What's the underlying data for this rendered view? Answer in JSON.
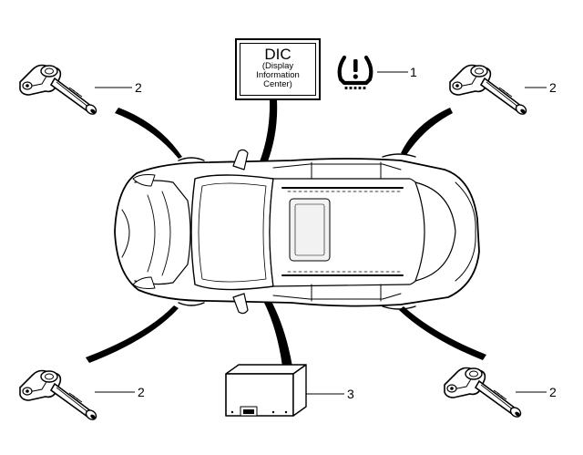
{
  "dic": {
    "title": "DIC",
    "subtitle_lines": [
      "(Display",
      "Information",
      "Center)"
    ]
  },
  "callouts": {
    "tpms_warning": "1",
    "sensor_front_left": "2",
    "sensor_front_right": "2",
    "sensor_rear_left": "2",
    "sensor_rear_right": "2",
    "receiver_module": "3"
  },
  "icons": [
    "tpms-warning-icon",
    "tire-pressure-sensor-icon",
    "tpms-receiver-module-icon",
    "vehicle-top-view"
  ],
  "colors": {
    "ink": "#000000",
    "background": "#ffffff"
  }
}
